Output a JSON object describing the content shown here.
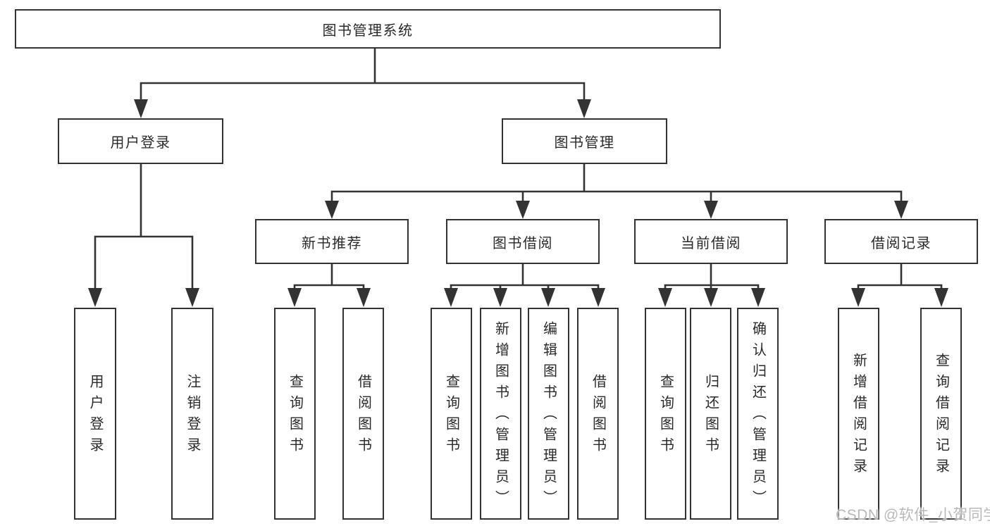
{
  "diagram": {
    "root": {
      "label": "图书管理系统"
    },
    "branches": {
      "login": {
        "label": "用户登录",
        "children": [
          {
            "label": "用户登录"
          },
          {
            "label": "注销登录"
          }
        ]
      },
      "management": {
        "label": "图书管理",
        "sections": [
          {
            "label": "新书推荐",
            "children": [
              {
                "label": "查询图书"
              },
              {
                "label": "借阅图书"
              }
            ]
          },
          {
            "label": "图书借阅",
            "children": [
              {
                "label": "查询图书"
              },
              {
                "label": "新增图书（管理员）"
              },
              {
                "label": "编辑图书（管理员）"
              },
              {
                "label": "借阅图书"
              }
            ]
          },
          {
            "label": "当前借阅",
            "children": [
              {
                "label": "查询图书"
              },
              {
                "label": "归还图书"
              },
              {
                "label": "确认归还（管理员）"
              }
            ]
          },
          {
            "label": "借阅记录",
            "children": [
              {
                "label": "新增借阅记录"
              },
              {
                "label": "查询借阅记录"
              }
            ]
          }
        ]
      }
    }
  },
  "watermark": {
    "text": "CSDN @软件_小贺同学"
  },
  "colors": {
    "line": "#333333",
    "border": "#333333",
    "fill": "#ffffff",
    "text": "#2a2a2a",
    "watermark": "#b9b9b9"
  }
}
